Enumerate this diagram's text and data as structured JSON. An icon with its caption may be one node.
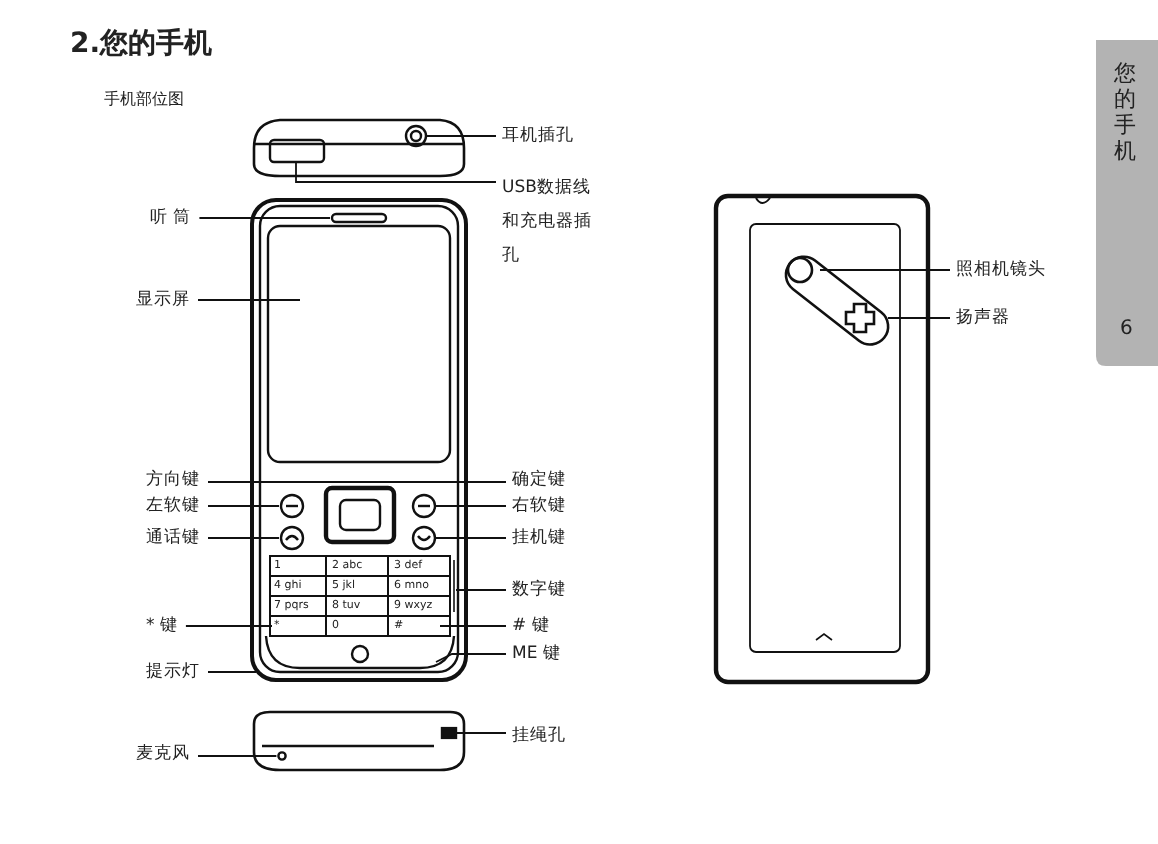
{
  "diagram": {
    "title": "2.您的手机",
    "nodes": [
      {
        "text": [
          "耳机插孔"
        ]
      },
      {
        "text": [
          "USB数据线和充电器插孔"
        ]
      },
      {
        "text": [
          "听 筒"
        ]
      },
      {
        "text": [
          "显示屏"
        ]
      },
      {
        "text": [
          "方向键"
        ]
      },
      {
        "text": [
          "确定键"
        ]
      },
      {
        "text": [
          "左软键"
        ]
      },
      {
        "text": [
          "右软键"
        ]
      },
      {
        "text": [
          "通话键"
        ]
      },
      {
        "text": [
          "挂机键"
        ]
      },
      {
        "text": [
          "数字键"
        ]
      },
      {
        "text": [
          "* 键"
        ]
      },
      {
        "text": [
          "# 键"
        ]
      },
      {
        "text": [
          "ME 键"
        ]
      },
      {
        "text": [
          "提示灯"
        ]
      },
      {
        "text": [
          "挂绳孔"
        ]
      },
      {
        "text": [
          "麦克风"
        ]
      },
      {
        "text": [
          "照相机镜头"
        ]
      },
      {
        "text": [
          "扬声器"
        ]
      },
      {
        "text": [],
        "shape": "circle"
      },
      {
        "text": [],
        "shape": "circle"
      },
      {
        "text": [],
        "shape": "circle"
      },
      {
        "text": [],
        "shape": "circle"
      },
      {
        "text": [],
        "shape": "circle"
      },
      {
        "text": [
          "*"
        ]
      },
      {
        "text": [],
        "shape": "circle"
      },
      {
        "text": [],
        "shape": "box"
      },
      {
        "text": [],
        "shape": "box"
      }
    ],
    "edges": [
      {
        "from": 0,
        "to": 19,
        "arrow": "none"
      },
      {
        "from": 1,
        "to": 27,
        "arrow": "none"
      },
      {
        "from": 2,
        "to": null,
        "arrow": "none"
      },
      {
        "from": 3,
        "to": null,
        "arrow": "none"
      },
      {
        "from": 4,
        "to": null,
        "arrow": "none"
      },
      {
        "from": 5,
        "to": null,
        "arrow": "none"
      },
      {
        "from": 6,
        "to": 20,
        "arrow": "none"
      },
      {
        "from": 7,
        "to": 21,
        "arrow": "none"
      },
      {
        "from": 8,
        "to": 22,
        "arrow": "none"
      },
      {
        "from": 9,
        "to": 23,
        "arrow": "none"
      },
      {
        "from": 10,
        "to": null,
        "arrow": "none"
      },
      {
        "from": 11,
        "to": 24,
        "arrow": "none"
      },
      {
        "from": 12,
        "to": null,
        "arrow": "none"
      },
      {
        "from": 13,
        "to": null,
        "arrow": "none"
      },
      {
        "from": 14,
        "to": null,
        "arrow": "none"
      },
      {
        "from": 15,
        "to": 26,
        "arrow": "none"
      },
      {
        "from": 16,
        "to": 25,
        "arrow": "none"
      },
      {
        "from": 17,
        "to": null,
        "arrow": "none"
      },
      {
        "from": 18,
        "to": null,
        "arrow": "none"
      }
    ],
    "labels": [
      "手机部位图",
      "1",
      "2 abc",
      "3 def",
      "4 ghi",
      "5 jkl",
      "6 mno",
      "7 pqrs",
      "8 tuv",
      "9 wxyz",
      "0",
      "#",
      "您的手机",
      "6"
    ]
  }
}
